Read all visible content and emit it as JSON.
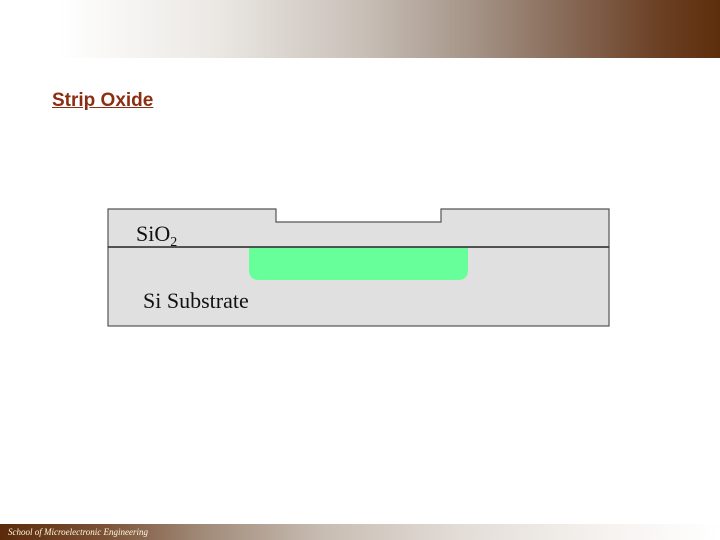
{
  "slide": {
    "title": "Strip Oxide",
    "footer": "School of Microelectronic Engineering"
  },
  "diagram": {
    "oxide_label": "SiO",
    "oxide_subscript": "2",
    "substrate_label": "Si Substrate"
  },
  "colors": {
    "title": "#8b2e12",
    "layer_fill": "#e0e0e0",
    "layer_stroke": "#555555",
    "implant_region": "#66ff99"
  }
}
